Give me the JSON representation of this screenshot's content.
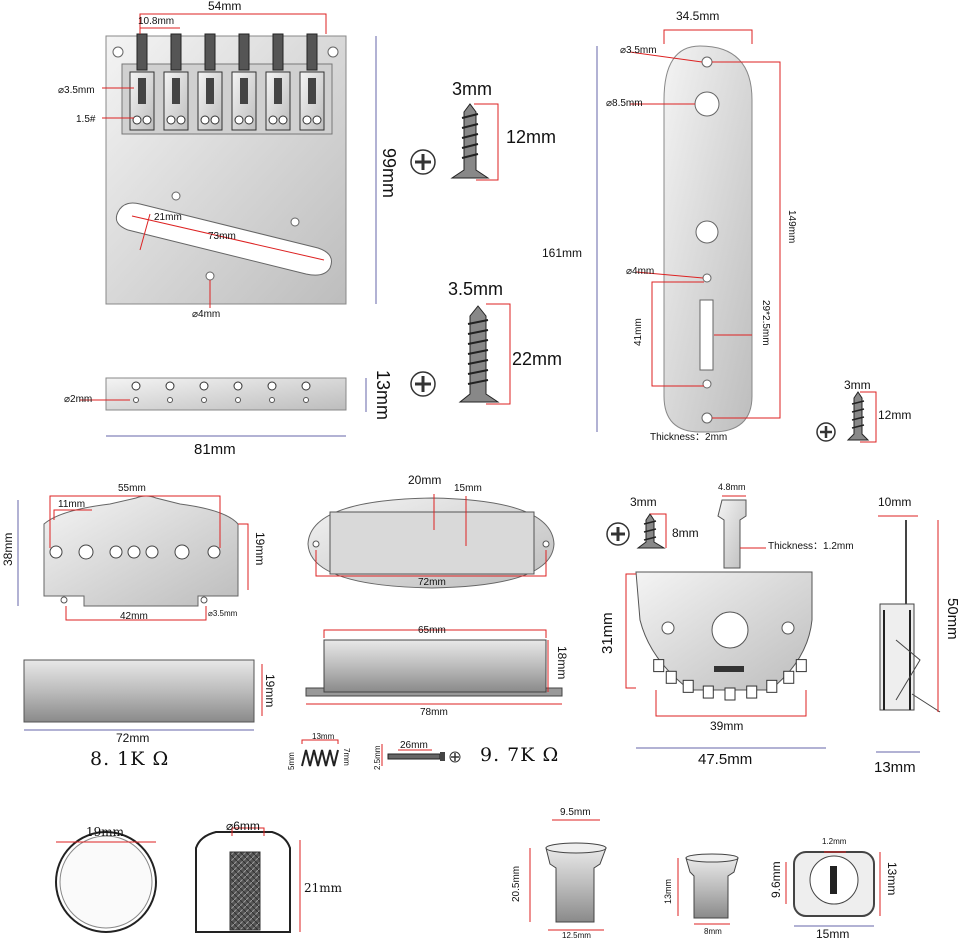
{
  "bridge": {
    "width": "54mm",
    "saddle_gap": "10.8mm",
    "height": "99mm",
    "hole_dia": "⌀3.5mm",
    "screw_size": "1.5#",
    "slot_width": "21mm",
    "slot_length": "73mm",
    "bottom_hole": "⌀4mm",
    "ferrule_hole": "⌀2mm",
    "ferrule_height": "13mm",
    "ferrule_width": "81mm"
  },
  "screws": {
    "small_dia": "3mm",
    "small_len": "12mm",
    "large_dia": "3.5mm",
    "large_len": "22mm"
  },
  "control_plate": {
    "width": "34.5mm",
    "top_hole": "⌀3.5mm",
    "pot_hole": "⌀8.5mm",
    "total_length": "161mm",
    "hole_span": "149mm",
    "switch_hole": "⌀4mm",
    "slot_offset": "41mm",
    "slot_size": "29*2.5mm",
    "thickness": "Thickness：2mm",
    "screw_dia": "3mm",
    "screw_len": "12mm"
  },
  "bridge_pickup": {
    "width": "55mm",
    "pole_gap": "11mm",
    "height": "38mm",
    "side": "19mm",
    "base": "42mm",
    "mount_hole": "⌀3.5mm",
    "cover_len": "72mm",
    "cover_h": "19mm",
    "resistance": "8. 1K Ω"
  },
  "neck_pickup": {
    "top": "20mm",
    "inner": "15mm",
    "length": "72mm",
    "cover_len": "65mm",
    "cover_h": "18mm",
    "base_len": "78mm",
    "spring_len": "13mm",
    "spring_dia": "5mm",
    "spring_alt": "7mm",
    "bolt_dia": "2.5mm",
    "bolt_len": "26mm",
    "resistance": "9. 7K Ω"
  },
  "switch": {
    "tip": "4.8mm",
    "thickness": "Thickness：1.2mm",
    "screw_dia": "3mm",
    "screw_len": "8mm",
    "height": "31mm",
    "inner": "39mm",
    "outer": "47.5mm",
    "side_w": "10mm",
    "side_h": "50mm",
    "side_base": "13mm"
  },
  "knobs": {
    "dome_dia": "19mm",
    "shaft": "⌀6mm",
    "side_h": "21mm"
  },
  "tips": {
    "top_w": "9.5mm",
    "tall_h": "20.5mm",
    "base_w": "12.5mm",
    "mid_h": "13mm",
    "mid_base": "8mm",
    "slot": "1.2mm",
    "sq_h": "9.6mm",
    "sq_side": "13mm",
    "sq_w": "15mm"
  }
}
